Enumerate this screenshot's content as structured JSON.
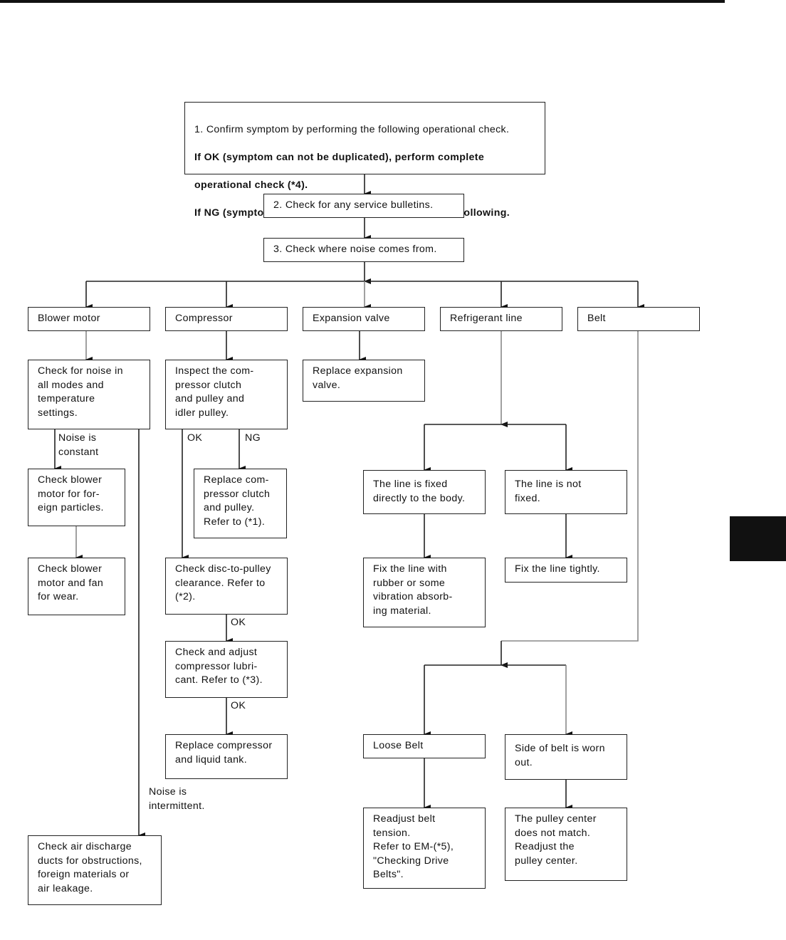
{
  "step1": {
    "line1": "1. Confirm symptom by performing the following operational check.",
    "line2": "If OK (symptom can not be duplicated), perform complete",
    "line3": "operational check (*4).",
    "line4": "If NG (symptom is confirmed), continue with STEP-2 following."
  },
  "step2": "2. Check for any service bulletins.",
  "step3": "3. Check where noise comes from.",
  "categories": {
    "blower": "Blower motor",
    "compressor": "Compressor",
    "expansion": "Expansion valve",
    "refrigerant": "Refrigerant line",
    "belt": "Belt"
  },
  "blower": {
    "check_noise": "Check for noise in\nall modes and\ntemperature\nsettings.",
    "noise_constant": "Noise is\nconstant",
    "check_particles": "Check blower\nmotor for for-\neign particles.",
    "check_wear": "Check blower\nmotor and fan\nfor wear.",
    "noise_intermittent": "Noise is\nintermittent.",
    "check_ducts": "Check air discharge\nducts for obstructions,\nforeign materials or\nair leakage."
  },
  "compressor": {
    "inspect": "Inspect the com-\npressor clutch\nand pulley and\nidler pulley.",
    "ok": "OK",
    "ng": "NG",
    "replace_clutch": "Replace com-\npressor clutch\nand pulley.\nRefer to (*1).",
    "check_clearance": "Check disc-to-pulley\nclearance. Refer to\n(*2).",
    "ok2": "OK",
    "check_lubricant": "Check and adjust\ncompressor lubri-\ncant. Refer to (*3).",
    "ok3": "OK",
    "replace_compressor": "Replace compressor\nand liquid tank."
  },
  "expansion": {
    "replace": "Replace expansion\nvalve."
  },
  "refrigerant": {
    "fixed": "The line is fixed\ndirectly to the body.",
    "not_fixed": "The line is not\nfixed.",
    "fix_rubber": "Fix the line with\nrubber or some\nvibration absorb-\ning material.",
    "fix_tightly": "Fix the line tightly."
  },
  "belt": {
    "loose": "Loose Belt",
    "side_worn": "Side of belt is worn\nout.",
    "readjust_tension": "Readjust belt\ntension.\nRefer to EM-(*5),\n\"Checking Drive\nBelts\".",
    "pulley_center": "The pulley center\ndoes not match.\nReadjust the\npulley center."
  }
}
